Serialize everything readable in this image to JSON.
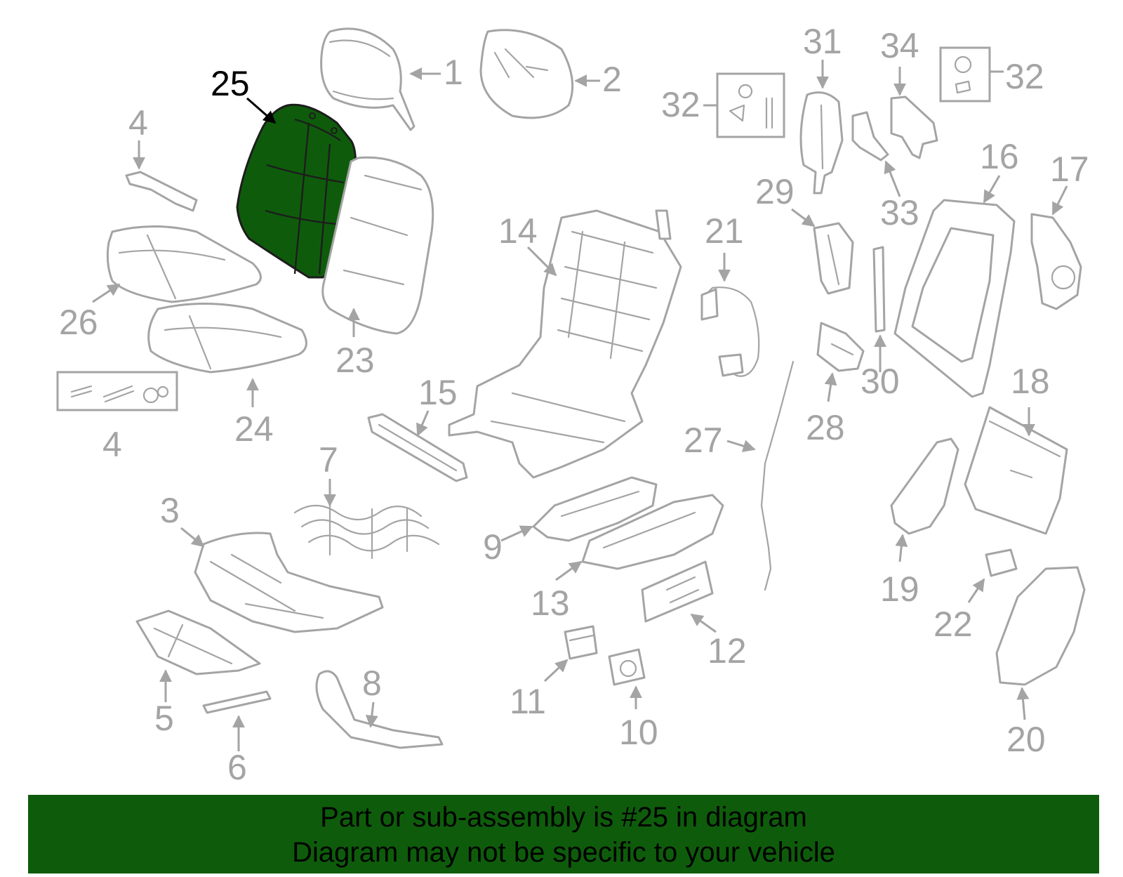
{
  "diagram": {
    "highlight_color": "#0e5c0b",
    "line_color": "#a4a4a4",
    "highlighted_part": "25",
    "callouts": [
      "1",
      "2",
      "3",
      "4",
      "4",
      "5",
      "6",
      "7",
      "8",
      "9",
      "10",
      "11",
      "12",
      "13",
      "14",
      "15",
      "16",
      "17",
      "18",
      "19",
      "20",
      "21",
      "22",
      "23",
      "24",
      "25",
      "26",
      "27",
      "28",
      "29",
      "30",
      "31",
      "32",
      "32",
      "33",
      "34"
    ]
  },
  "banner": {
    "line1": "Part or sub-assembly is #25 in diagram",
    "line2": "Diagram may not be specific to your vehicle",
    "background": "#0e5c0b"
  }
}
